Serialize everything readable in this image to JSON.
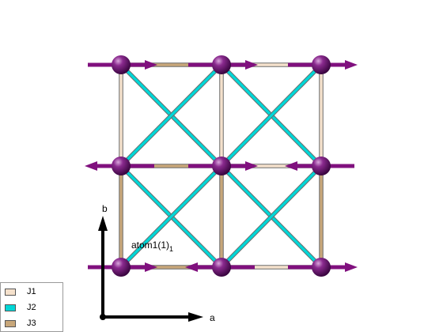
{
  "bonds": {
    "J1": {
      "label": "J1",
      "color": "#f5e1cc"
    },
    "J2": {
      "label": "J2",
      "color": "#00d6d6"
    },
    "J3": {
      "label": "J3",
      "color": "#c8a77a"
    }
  },
  "atom_color": "#6a0f6f",
  "arrow_color": "#80107e",
  "atom_label": {
    "main": "atom1(1)",
    "sub": "1"
  },
  "axes": {
    "a": "a",
    "b": "b"
  },
  "legend": [
    {
      "key": "J1",
      "label": "J1"
    },
    {
      "key": "J2",
      "label": "J2"
    },
    {
      "key": "J3",
      "label": "J3"
    }
  ]
}
